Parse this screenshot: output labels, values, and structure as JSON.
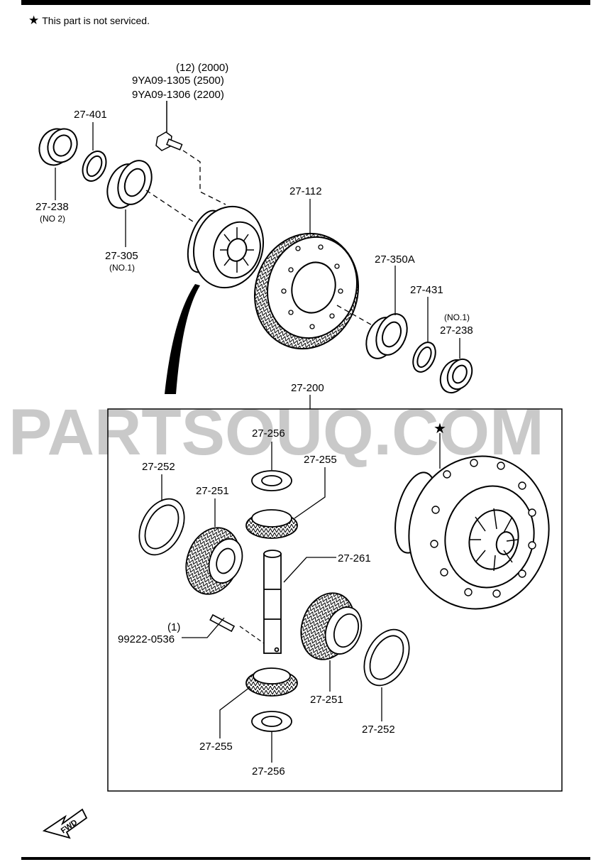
{
  "note": {
    "star": "★",
    "text": "This part is not serviced."
  },
  "watermark": "PARTSOUQ.COM",
  "fwd": "FWD",
  "labels": {
    "bolt_qty": "(12) (2000)",
    "bolt_pn1": "9YA09-1305 (2500)",
    "bolt_pn2": "9YA09-1306 (2200)",
    "shim_left": "27-401",
    "seal_left": "27-238",
    "seal_left_sub": "(NO 2)",
    "bearing_left": "27-305",
    "bearing_left_sub": "(NO.1)",
    "ring_gear": "27-112",
    "bearing_right": "27-350A",
    "shim_right": "27-431",
    "seal_right_sub": "(NO.1)",
    "seal_right": "27-238",
    "diff_assy": "27-200",
    "washer_top": "27-256",
    "pinion_top": "27-255",
    "thrust_left": "27-252",
    "side_gear_left": "27-251",
    "shaft": "27-261",
    "pin_qty": "(1)",
    "pin": "99222-0536",
    "side_gear_right": "27-251",
    "thrust_right": "27-252",
    "pinion_bottom": "27-255",
    "washer_bottom": "27-256",
    "case_star": "★"
  }
}
